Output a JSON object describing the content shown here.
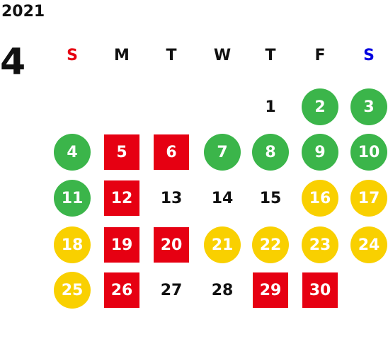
{
  "year": "2021",
  "month": "4",
  "colors": {
    "green": "#3bb54a",
    "yellow": "#f9d000",
    "red": "#e60012",
    "sunday": "#e60012",
    "saturday": "#0000e0"
  },
  "weekdays": [
    "S",
    "M",
    "T",
    "W",
    "T",
    "F",
    "S"
  ],
  "weeks": [
    [
      null,
      null,
      null,
      null,
      {
        "d": "1",
        "t": "plain"
      },
      {
        "d": "2",
        "t": "green"
      },
      {
        "d": "3",
        "t": "green"
      }
    ],
    [
      {
        "d": "4",
        "t": "green"
      },
      {
        "d": "5",
        "t": "red"
      },
      {
        "d": "6",
        "t": "red"
      },
      {
        "d": "7",
        "t": "green"
      },
      {
        "d": "8",
        "t": "green"
      },
      {
        "d": "9",
        "t": "green"
      },
      {
        "d": "10",
        "t": "green"
      }
    ],
    [
      {
        "d": "11",
        "t": "green"
      },
      {
        "d": "12",
        "t": "red"
      },
      {
        "d": "13",
        "t": "plain"
      },
      {
        "d": "14",
        "t": "plain"
      },
      {
        "d": "15",
        "t": "plain"
      },
      {
        "d": "16",
        "t": "yellow"
      },
      {
        "d": "17",
        "t": "yellow"
      }
    ],
    [
      {
        "d": "18",
        "t": "yellow"
      },
      {
        "d": "19",
        "t": "red"
      },
      {
        "d": "20",
        "t": "red"
      },
      {
        "d": "21",
        "t": "yellow"
      },
      {
        "d": "22",
        "t": "yellow"
      },
      {
        "d": "23",
        "t": "yellow"
      },
      {
        "d": "24",
        "t": "yellow"
      }
    ],
    [
      {
        "d": "25",
        "t": "yellow"
      },
      {
        "d": "26",
        "t": "red"
      },
      {
        "d": "27",
        "t": "plain"
      },
      {
        "d": "28",
        "t": "plain"
      },
      {
        "d": "29",
        "t": "red"
      },
      {
        "d": "30",
        "t": "red"
      },
      null
    ]
  ]
}
